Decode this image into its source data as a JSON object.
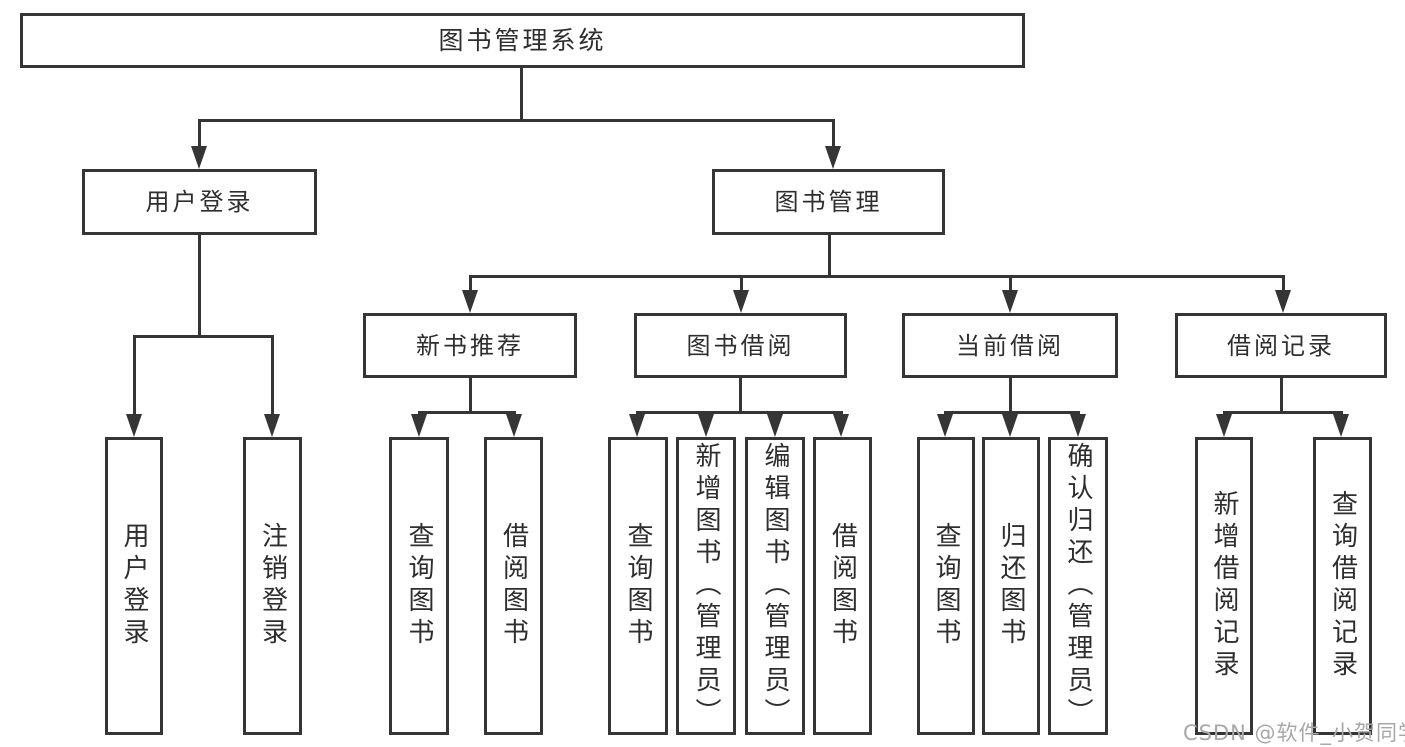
{
  "tree": {
    "root": {
      "label": "图书管理系统"
    },
    "branches": [
      {
        "label": "用户登录",
        "children": [
          "用户登录",
          "注销登录"
        ]
      },
      {
        "label": "图书管理",
        "sections": [
          {
            "label": "新书推荐",
            "children": [
              "查询图书",
              "借阅图书"
            ]
          },
          {
            "label": "图书借阅",
            "children": [
              "查询图书",
              "新增图书（管理员）",
              "编辑图书（管理员）",
              "借阅图书"
            ]
          },
          {
            "label": "当前借阅",
            "children": [
              "查询图书",
              "归还图书",
              "确认归还（管理员）"
            ]
          },
          {
            "label": "借阅记录",
            "children": [
              "新增借阅记录",
              "查询借阅记录"
            ]
          }
        ]
      }
    ]
  },
  "watermark": {
    "text": "CSDN @软件_小贺同学"
  },
  "colors": {
    "line": "#353535",
    "text": "#2e2e2e",
    "bg": "#ffffff",
    "watermark": "#a8a8a8"
  }
}
